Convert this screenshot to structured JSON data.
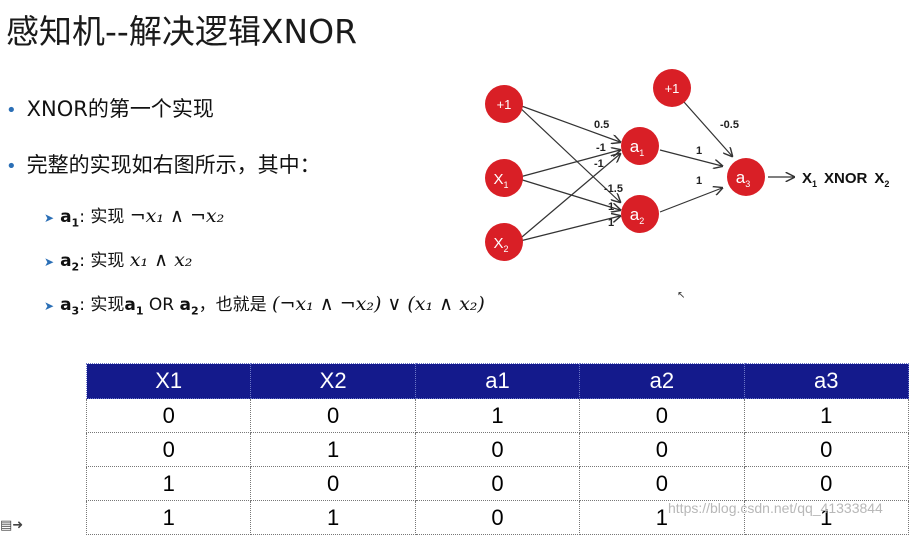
{
  "slide": {
    "title": "感知机--解决逻辑XNOR",
    "bullets": [
      {
        "text": "XNOR的第一个实现"
      },
      {
        "text": "完整的实现如右图所示，其中："
      }
    ],
    "subitems": [
      {
        "label_main": "a",
        "label_sub": "1",
        "text": ": 实现 ",
        "math": "¬x₁ ∧ ¬x₂"
      },
      {
        "label_main": "a",
        "label_sub": "2",
        "text": ": 实现 ",
        "math": "x₁ ∧ x₂"
      },
      {
        "label_main": "a",
        "label_sub": "3",
        "text_a": ": 实现",
        "bold_a1": "a",
        "bold_a1_sub": "1",
        "or": " OR ",
        "bold_a2": "a",
        "bold_a2_sub": "2",
        "text_b": "，也就是 ",
        "math": "(¬x₁ ∧ ¬x₂) ∨ (x₁ ∧ x₂)"
      }
    ]
  },
  "network": {
    "nodes": {
      "bias1": "+1",
      "x1": "X",
      "x1_sub": "1",
      "x2": "X",
      "x2_sub": "2",
      "bias2": "+1",
      "a1": "a",
      "a1_sub": "1",
      "a2": "a",
      "a2_sub": "2",
      "a3": "a",
      "a3_sub": "3"
    },
    "weights": {
      "bias_a1": "0.5",
      "x1_a1": "-1",
      "x2_a1": "-1",
      "bias_a2": "-1.5",
      "x1_a2": "1",
      "x2_a2": "1",
      "a1_a3": "1",
      "a2_a3": "1",
      "bias2_a3": "-0.5"
    },
    "output": {
      "x1": "X",
      "x1_sub": "1",
      "op": "XNOR",
      "x2": "X",
      "x2_sub": "2"
    },
    "node_color": "#d91f26"
  },
  "table": {
    "headers": [
      "X1",
      "X2",
      "a1",
      "a2",
      "a3"
    ],
    "rows": [
      [
        "0",
        "0",
        "1",
        "0",
        "1"
      ],
      [
        "0",
        "1",
        "0",
        "0",
        "0"
      ],
      [
        "1",
        "0",
        "0",
        "0",
        "0"
      ],
      [
        "1",
        "1",
        "0",
        "1",
        "1"
      ]
    ],
    "header_color": "#141a8c"
  },
  "watermark": "https://blog.csdn.net/qq_41333844"
}
